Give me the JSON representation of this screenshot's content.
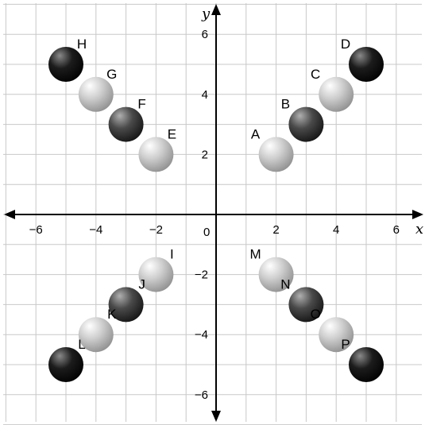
{
  "chart_data": {
    "type": "scatter",
    "xlabel": "x",
    "ylabel": "y",
    "xlim": [
      -7,
      7
    ],
    "ylim": [
      -7,
      7
    ],
    "grid": true,
    "grid_step": 1,
    "origin_label": "0",
    "x_ticks": [
      {
        "value": -6,
        "label": "−6"
      },
      {
        "value": -4,
        "label": "−4"
      },
      {
        "value": -2,
        "label": "−2"
      },
      {
        "value": 2,
        "label": "2"
      },
      {
        "value": 4,
        "label": "4"
      },
      {
        "value": 6,
        "label": "6"
      }
    ],
    "y_ticks": [
      {
        "value": 6,
        "label": "6"
      },
      {
        "value": 4,
        "label": "4"
      },
      {
        "value": 2,
        "label": "2"
      },
      {
        "value": -2,
        "label": "−2"
      },
      {
        "value": -4,
        "label": "−4"
      },
      {
        "value": -6,
        "label": "−6"
      }
    ],
    "shade_colors": {
      "light": [
        "#ffffff",
        "#cfcfcf",
        "#8c8c8c"
      ],
      "dark": [
        "#b0b0b0",
        "#4a4a4a",
        "#111111"
      ],
      "black": [
        "#8a8a8a",
        "#1c1c1c",
        "#000000"
      ]
    },
    "points": [
      {
        "label": "A",
        "x": 2,
        "y": 2,
        "shade": "light"
      },
      {
        "label": "B",
        "x": 3,
        "y": 3,
        "shade": "dark"
      },
      {
        "label": "C",
        "x": 4,
        "y": 4,
        "shade": "light"
      },
      {
        "label": "D",
        "x": 5,
        "y": 5,
        "shade": "black"
      },
      {
        "label": "E",
        "x": -2,
        "y": 2,
        "shade": "light"
      },
      {
        "label": "F",
        "x": -3,
        "y": 3,
        "shade": "dark"
      },
      {
        "label": "G",
        "x": -4,
        "y": 4,
        "shade": "light"
      },
      {
        "label": "H",
        "x": -5,
        "y": 5,
        "shade": "black"
      },
      {
        "label": "I",
        "x": -2,
        "y": -2,
        "shade": "light"
      },
      {
        "label": "J",
        "x": -3,
        "y": -3,
        "shade": "dark"
      },
      {
        "label": "K",
        "x": -4,
        "y": -4,
        "shade": "light"
      },
      {
        "label": "L",
        "x": -5,
        "y": -5,
        "shade": "black"
      },
      {
        "label": "M",
        "x": 2,
        "y": -2,
        "shade": "light"
      },
      {
        "label": "N",
        "x": 3,
        "y": -3,
        "shade": "dark"
      },
      {
        "label": "O",
        "x": 4,
        "y": -4,
        "shade": "light"
      },
      {
        "label": "P",
        "x": 5,
        "y": -5,
        "shade": "black"
      }
    ]
  }
}
